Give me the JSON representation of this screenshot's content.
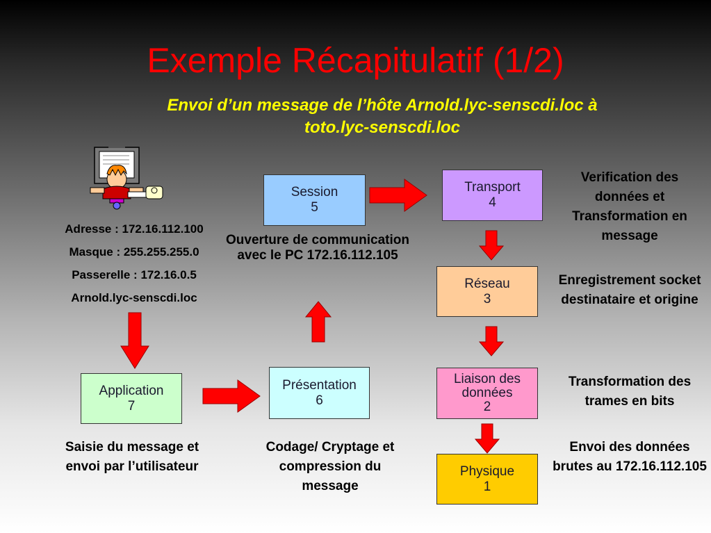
{
  "slide": {
    "title": "Exemple Récapitulatif (1/2)",
    "subtitle": "Envoi d’un message de l’hôte Arnold.lyc-senscdi.loc à toto.lyc-senscdi.loc"
  },
  "host": {
    "adresse": "Adresse : 172.16.112.100",
    "masque": "Masque : 255.255.255.0",
    "passerelle": "Passerelle : 172.16.0.5",
    "nom": "Arnold.lyc-senscdi.loc"
  },
  "layers": {
    "application": {
      "name": "Application",
      "num": "7",
      "color": "#ccffcc"
    },
    "presentation": {
      "name": "Présentation",
      "num": "6",
      "color": "#ccffff"
    },
    "session": {
      "name": "Session",
      "num": "5",
      "color": "#99ccff"
    },
    "transport": {
      "name": "Transport",
      "num": "4",
      "color": "#cc99ff"
    },
    "reseau": {
      "name": "Réseau",
      "num": "3",
      "color": "#ffcc99"
    },
    "liaison": {
      "name": "Liaison des données",
      "num": "2",
      "color": "#ff99cc"
    },
    "physique": {
      "name": "Physique",
      "num": "1",
      "color": "#ffcc00"
    }
  },
  "notes": {
    "application": "Saisie du message et envoi par l’utilisateur",
    "presentation": "Codage/ Cryptage et compression du message",
    "session": "Ouverture de communication avec le PC 172.16.112.105",
    "transport": "Verification des données et Transformation en message",
    "reseau": "Enregistrement socket destinataire et origine",
    "liaison": "Transformation des trames en bits",
    "physique": "Envoi des données brutes au 172.16.112.105"
  },
  "icons": {
    "computer_user": "computer-user-icon",
    "arrow": "red-block-arrow"
  },
  "colors": {
    "title": "#ff0000",
    "subtitle": "#ffff00",
    "arrow_fill": "#ff0000",
    "arrow_stroke": "#990000"
  }
}
